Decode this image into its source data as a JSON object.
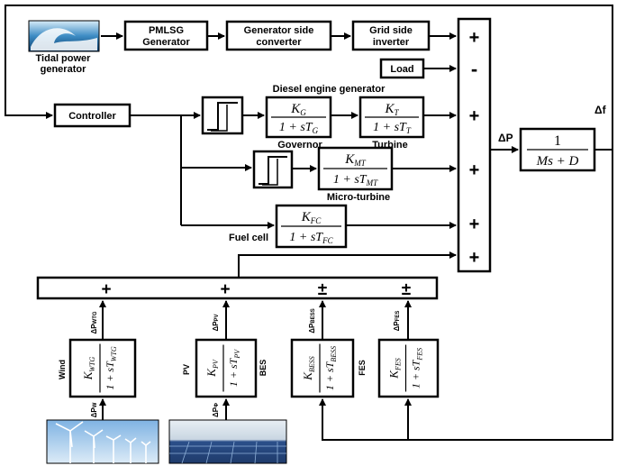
{
  "blocks": {
    "tidal": "Tidal power generator",
    "tidal_l1": "Tidal power",
    "tidal_l2": "generator",
    "pmlsg_l1": "PMLSG",
    "pmlsg_l2": "Generator",
    "gen_conv_l1": "Generator side",
    "gen_conv_l2": "converter",
    "grid_inv_l1": "Grid side",
    "grid_inv_l2": "inverter",
    "load": "Load",
    "controller": "Controller",
    "diesel_title": "Diesel engine generator",
    "governor": "Governor",
    "turbine": "Turbine",
    "micro_turbine": "Micro-turbine",
    "fuel_cell": "Fuel cell",
    "wind": "Wind",
    "pv": "PV",
    "bes": "BES",
    "fes": "FES"
  },
  "transfer_functions": {
    "governor": {
      "num": "K",
      "num_sub": "G",
      "den": "1 + sT",
      "den_sub": "G"
    },
    "turbine": {
      "num": "K",
      "num_sub": "T",
      "den": "1 + sT",
      "den_sub": "T"
    },
    "micro_turbine": {
      "num": "K",
      "num_sub": "MT",
      "den": "1 + sT",
      "den_sub": "MT"
    },
    "fuel_cell": {
      "num": "K",
      "num_sub": "FC",
      "den": "1 + sT",
      "den_sub": "FC"
    },
    "system": {
      "num": "1",
      "den": "Ms + D"
    },
    "wtg": {
      "num": "K",
      "num_sub": "WTG",
      "den": "1 + sT",
      "den_sub": "WTG"
    },
    "pv": {
      "num": "K",
      "num_sub": "PV",
      "den": "1 + sT",
      "den_sub": "PV"
    },
    "bess": {
      "num": "K",
      "num_sub": "BESS",
      "den": "1 + sT",
      "den_sub": "BESS"
    },
    "fes": {
      "num": "K",
      "num_sub": "FES",
      "den": "1 + sT",
      "den_sub": "FES"
    }
  },
  "signals": {
    "delta_p": "ΔP",
    "delta_f": "Δf",
    "dp_wtg": "ΔP",
    "dp_wtg_sub": "WTG",
    "dp_pv": "ΔP",
    "dp_pv_sub": "PV",
    "dp_bess": "ΔP",
    "dp_bess_sub": "BESS",
    "dp_fes": "ΔP",
    "dp_fes_sub": "FES",
    "dp_w": "ΔP",
    "dp_w_sub": "W",
    "dp_phi": "ΔP",
    "dp_phi_sub": "Φ"
  },
  "summing_signs": [
    "+",
    "-",
    "+",
    "+",
    "+",
    "+"
  ],
  "bottom_bus_signs": [
    "+",
    "+",
    "±",
    "±"
  ],
  "colors": {
    "line": "#000000",
    "background": "#ffffff",
    "wave": "#2f7fb5",
    "sky": "#a9c8e6",
    "panel": "#2a4f86"
  }
}
